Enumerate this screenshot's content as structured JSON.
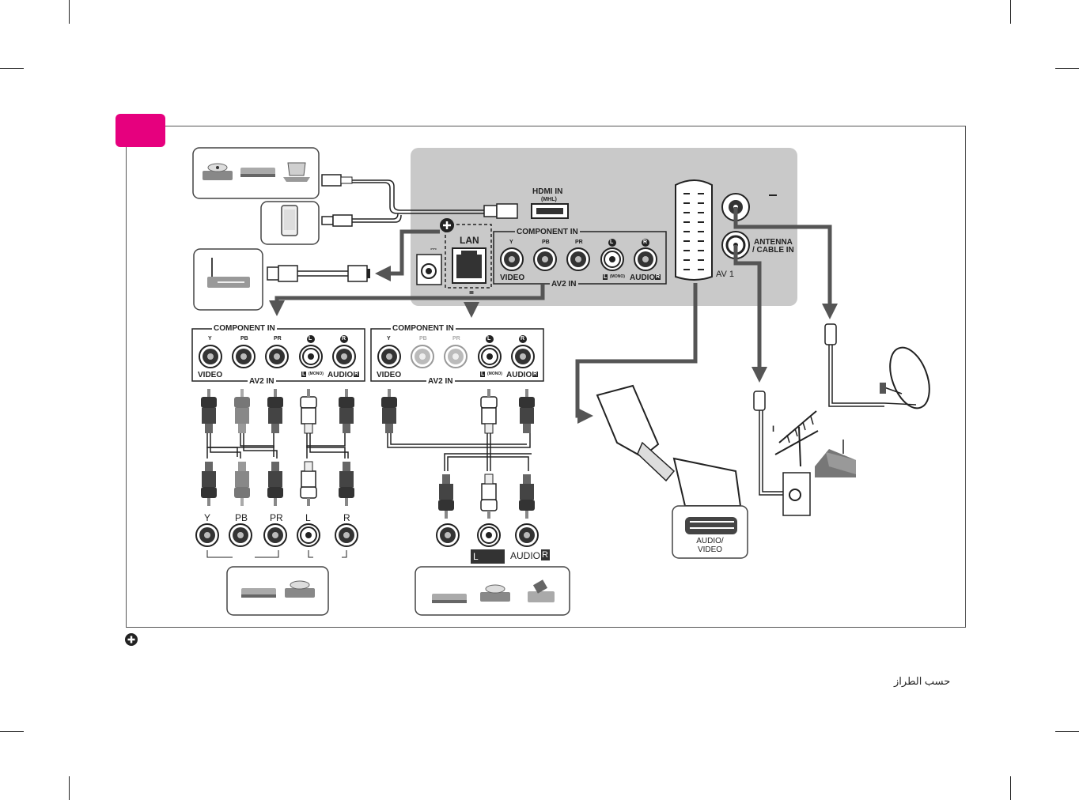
{
  "colors": {
    "accent": "#e6007e",
    "panel": "#c9c9c9",
    "arrow": "#555555",
    "line": "#333333"
  },
  "tv_panel": {
    "hdmi": "HDMI IN",
    "hdmi_sub": "(MHL)",
    "lan": "LAN",
    "component_in": "COMPONENT IN",
    "y": "Y",
    "pb": "PB",
    "pr": "PR",
    "l_marker": "L",
    "r_marker": "R",
    "video": "VIDEO",
    "mono": "(MONO)",
    "audio": "AUDIO",
    "av2_in": "AV2 IN",
    "antenna": "ANTENNA",
    "cable_in": "/ CABLE IN",
    "av1": "AV 1",
    "dc_symbol": "⎓"
  },
  "left_jack_panel": {
    "component_in": "COMPONENT IN",
    "y": "Y",
    "pb": "PB",
    "pr": "PR",
    "l": "L",
    "r": "R",
    "video": "VIDEO",
    "mono": "(MONO)",
    "audio": "AUDIO",
    "av2_in": "AV2 IN"
  },
  "right_jack_panel": {
    "component_in": "COMPONENT IN",
    "y": "Y",
    "pb": "PB",
    "pr": "PR",
    "l": "L",
    "r": "R",
    "video": "VIDEO",
    "mono": "(MONO)",
    "audio": "AUDIO",
    "av2_in": "AV2 IN"
  },
  "component_cable_labels": {
    "y": "Y",
    "pb": "PB",
    "pr": "PR",
    "l": "L",
    "r": "R"
  },
  "composite_labels": {
    "l": "L",
    "audio": "AUDIO",
    "r": "R"
  },
  "scart_label_line1": "AUDIO/",
  "scart_label_line2": "VIDEO",
  "footer_text": "حسب الطراز",
  "icons": [
    "dvd-player-icon",
    "set-top-box-icon",
    "laptop-icon",
    "smartphone-icon",
    "router-icon",
    "satellite-dish-icon",
    "antenna-icon",
    "house-icon",
    "wall-outlet-icon",
    "plus-circle-icon",
    "scart-plug-icon",
    "rca-plug-icon",
    "hdmi-plug-icon",
    "usb-plug-icon",
    "ethernet-plug-icon",
    "camcorder-icon"
  ]
}
